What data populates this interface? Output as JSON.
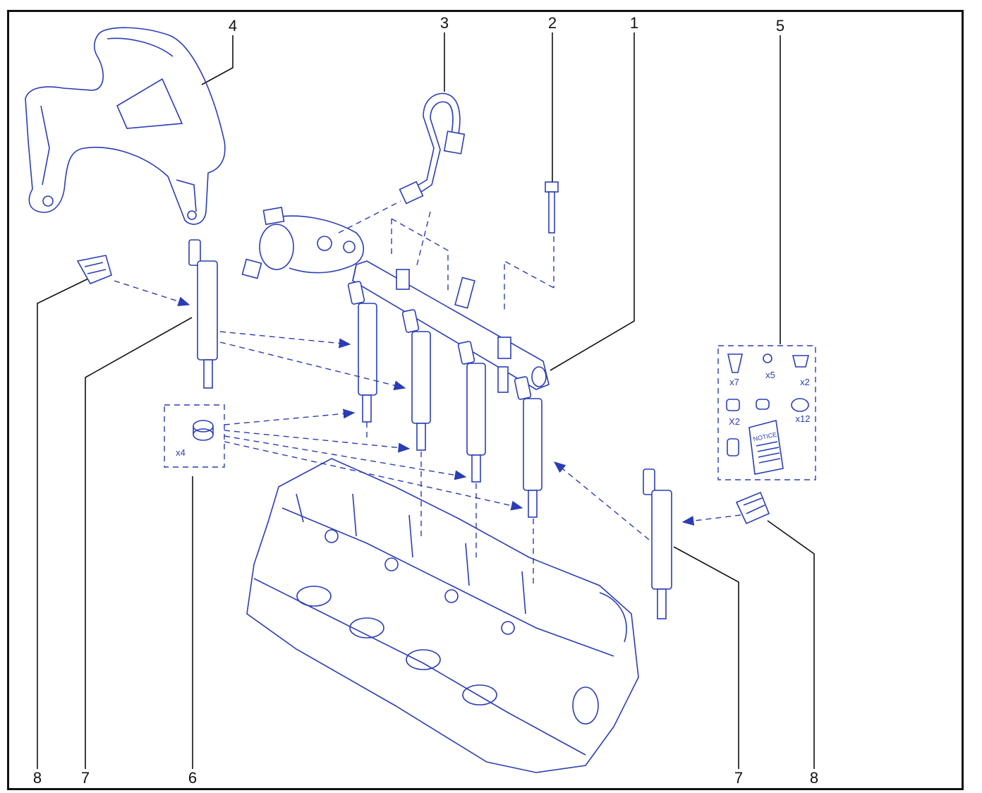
{
  "callouts": {
    "top_1": "1",
    "top_2": "2",
    "top_3": "3",
    "top_4": "4",
    "top_5": "5",
    "bottom_8_left": "8",
    "bottom_7_left": "7",
    "bottom_6": "6",
    "bottom_7_right": "7",
    "bottom_8_right": "8"
  },
  "kit": {
    "x7": "x7",
    "x5": "x5",
    "x2": "x2",
    "X2": "X2",
    "x12": "x12",
    "notice": "NOTICE"
  },
  "seal_kit": {
    "qty": "x4"
  },
  "colors": {
    "line": "#2a3db5",
    "frame": "#111111"
  }
}
